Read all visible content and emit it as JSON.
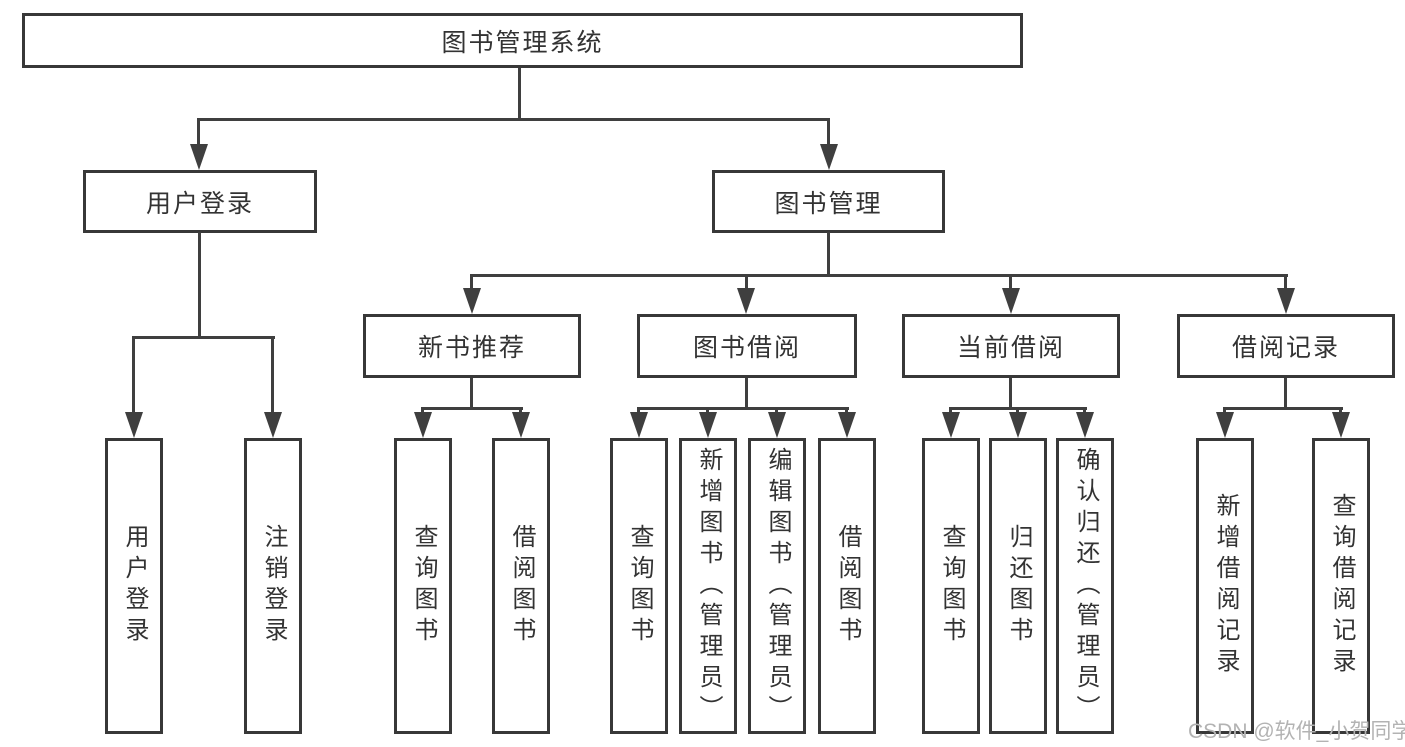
{
  "diagram": {
    "title": "图书管理系统",
    "level2": {
      "user_login": "用户登录",
      "book_management": "图书管理"
    },
    "level3": {
      "new_book_recommend": "新书推荐",
      "book_borrow": "图书借阅",
      "current_borrow": "当前借阅",
      "borrow_records": "借阅记录"
    },
    "leaves": {
      "user_login": "用户登录",
      "logout": "注销登录",
      "nb_query_books": "查询图书",
      "nb_borrow_books": "借阅图书",
      "bb_query_books": "查询图书",
      "bb_add_books": "新增图书（管理员）",
      "bb_edit_books": "编辑图书（管理员）",
      "bb_borrow_books": "借阅图书",
      "cb_query_books": "查询图书",
      "cb_return_books": "归还图书",
      "cb_confirm_return": "确认归还（管理员）",
      "br_add_record": "新增借阅记录",
      "br_query_record": "查询借阅记录"
    }
  },
  "watermark": "CSDN @软件_小贺同学",
  "colors": {
    "line": "#3f3f3f",
    "border": "#383838",
    "text": "#333333",
    "watermark": "#b3b3b3",
    "background": "#ffffff"
  }
}
